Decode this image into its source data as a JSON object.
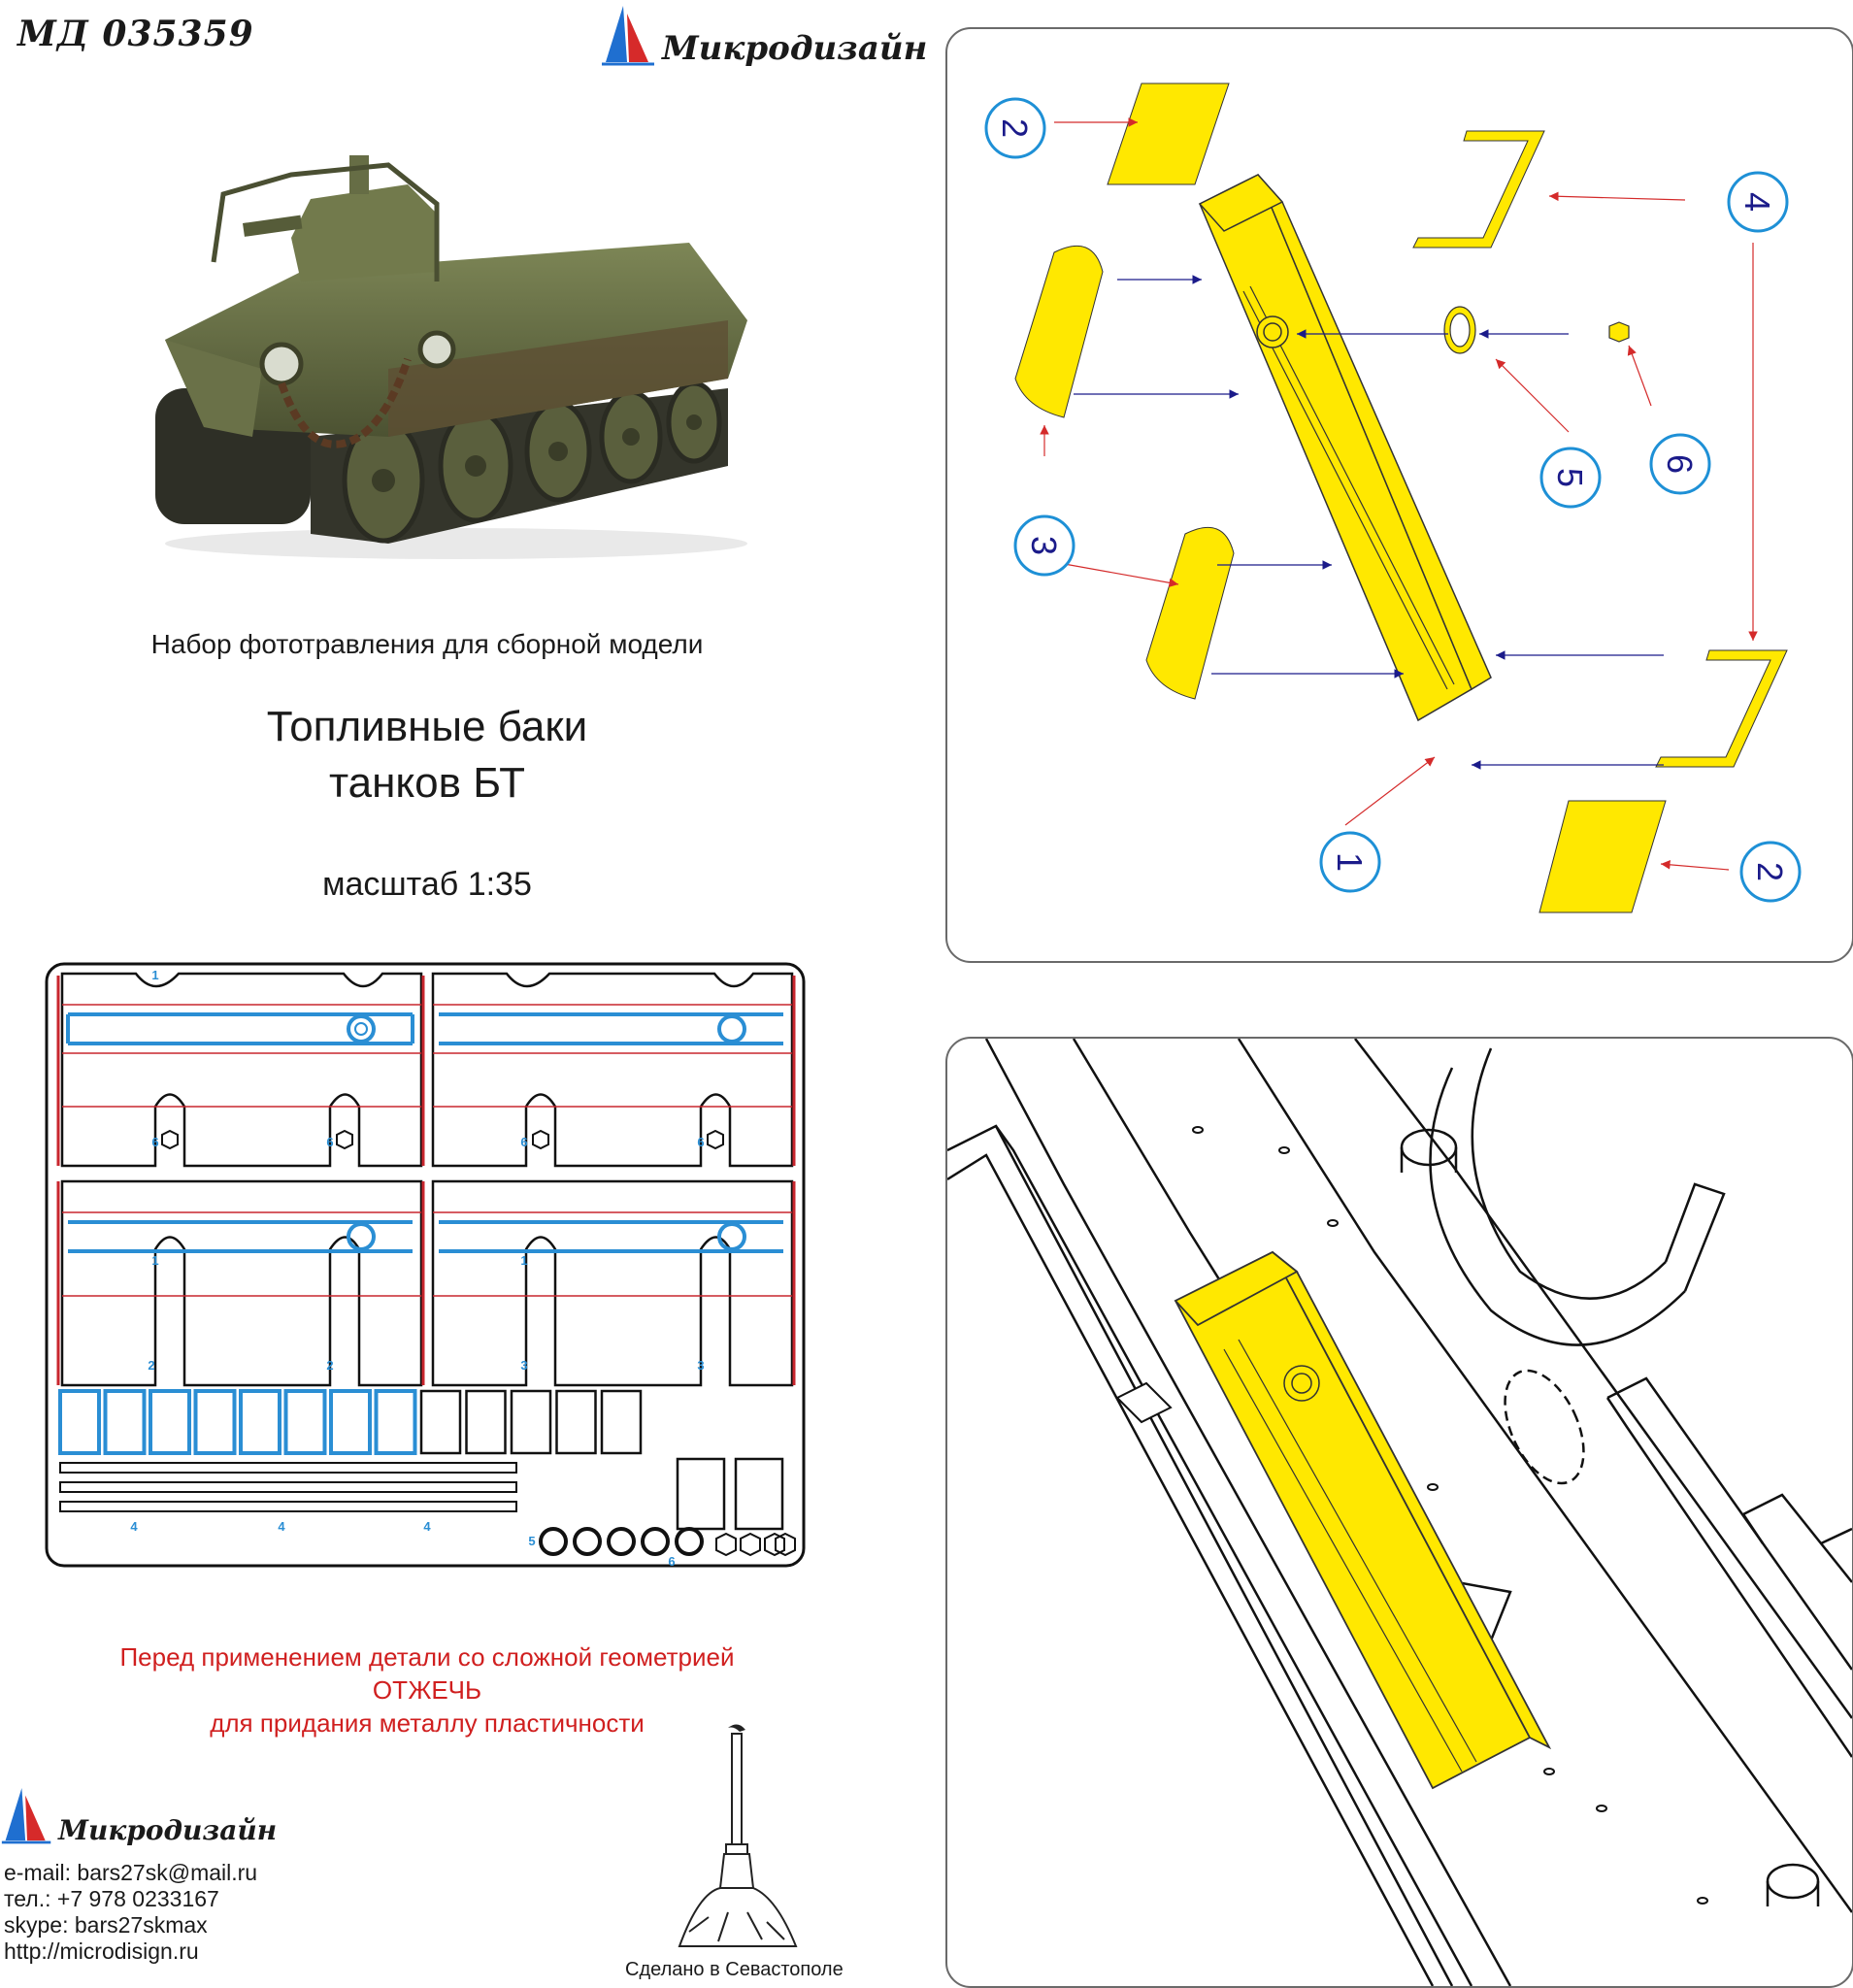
{
  "header": {
    "product_code": "МД 035359",
    "brand": "Микродизайн"
  },
  "product": {
    "subtitle": "Набор фототравления для сборной модели",
    "title_line1": "Топливные баки",
    "title_line2": "танков БТ",
    "scale": "масштаб 1:35"
  },
  "warning": {
    "line1": "Перед применением детали со сложной геометрией",
    "line2": "ОТЖЕЧЬ",
    "line3": "для придания металлу пластичности"
  },
  "footer": {
    "brand": "Микродизайн",
    "email": "e-mail: bars27sk@mail.ru",
    "phone": "тел.: +7 978 0233167",
    "skype": "skype: bars27skmax",
    "website": "http://microdisign.ru",
    "made_in": "Сделано в Севастополе"
  },
  "fret": {
    "part_numbers": [
      "1",
      "6",
      "6",
      "6",
      "6",
      "1",
      "1",
      "2",
      "2",
      "3",
      "3",
      "4",
      "4",
      "4",
      "5",
      "6"
    ]
  },
  "assembly": {
    "callouts": [
      "2",
      "4",
      "3",
      "5",
      "6",
      "1",
      "2"
    ]
  },
  "colors": {
    "part_fill": "#ffe800",
    "callout_stroke": "#1e90d6",
    "callout_text": "#1b1b8a",
    "arrow_red": "#d42a2a",
    "arrow_blue": "#1b1b8a",
    "fret_red": "#c8262e",
    "fret_blue": "#2a8ed4",
    "warning_text": "#d01f1f"
  }
}
